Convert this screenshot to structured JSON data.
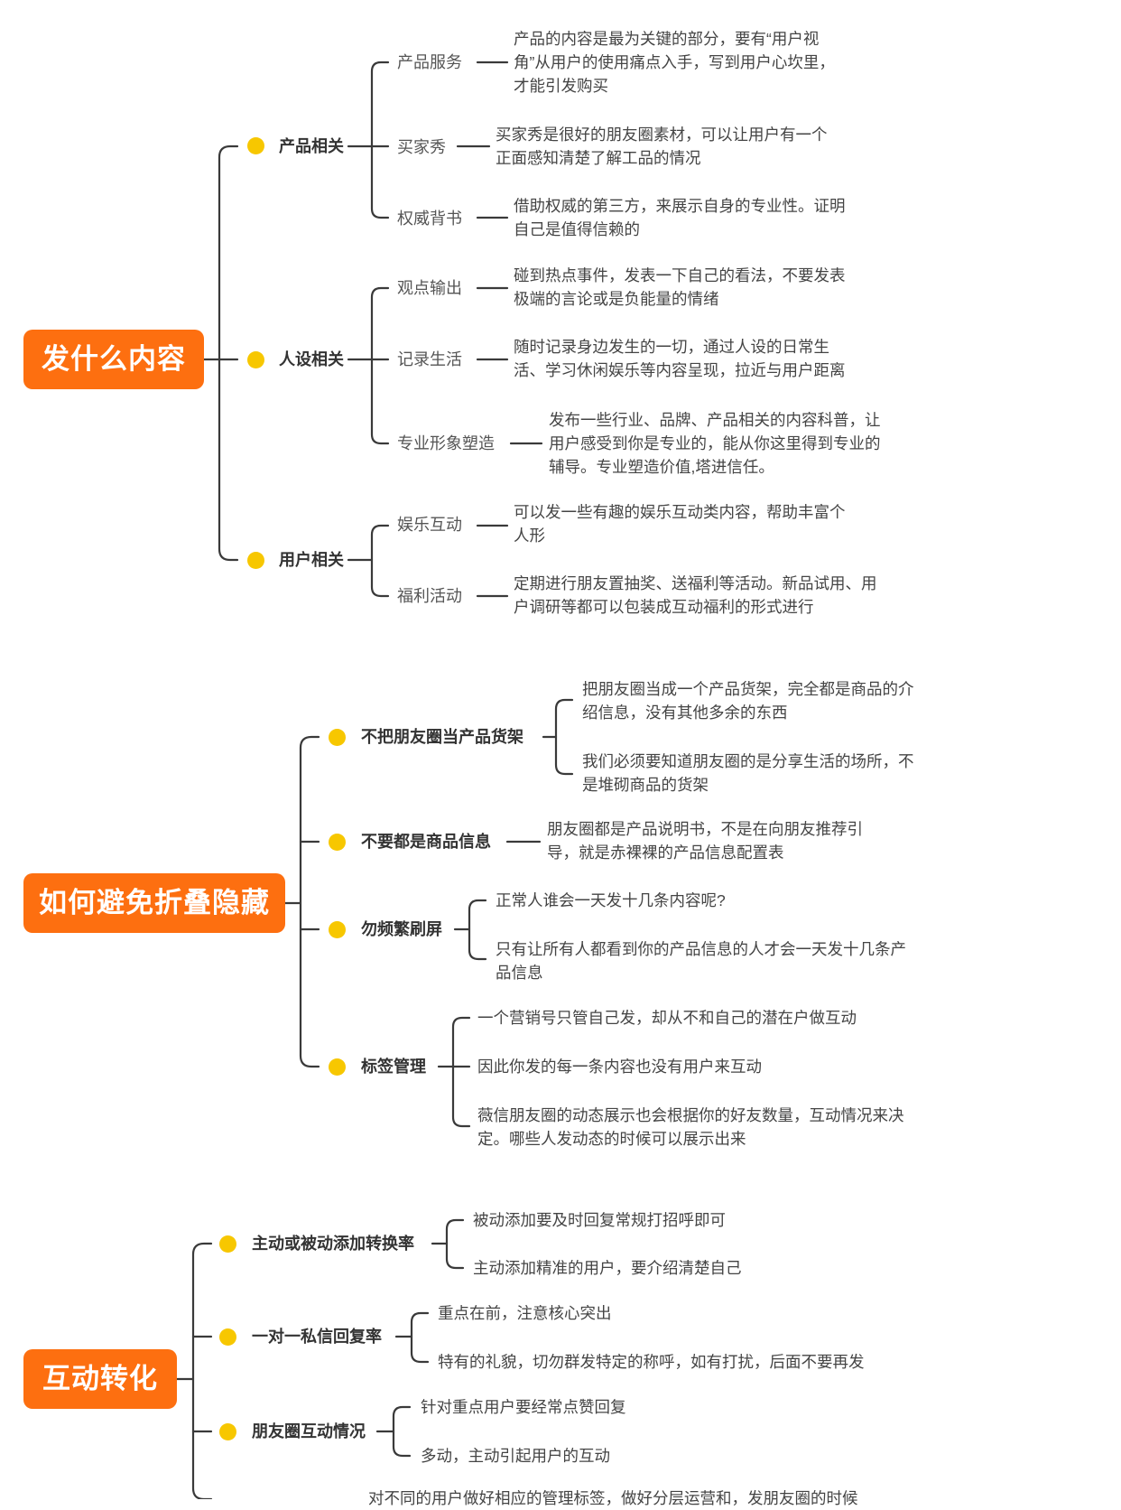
{
  "colors": {
    "root_fill": "#fd6f10",
    "root_text": "#ffffff",
    "bullet": "#f7c700",
    "connector": "#3a3a3a",
    "text": "#333333"
  },
  "sections": [
    {
      "title": "发什么内容",
      "groups": [
        {
          "label": "产品相关",
          "items": [
            {
              "label": "产品服务",
              "lines": [
                "产品的内容是最为关键的部分，要有“用户视",
                "角”从用户的使用痛点入手，写到用户心坎里，",
                "才能引发购买"
              ]
            },
            {
              "label": "买家秀",
              "lines": [
                "买家秀是很好的朋友圈素材，可以让用户有一个",
                "正面感知清楚了解工品的情况"
              ]
            },
            {
              "label": "权威背书",
              "lines": [
                "借助权威的第三方，来展示自身的专业性。证明",
                "自己是值得信赖的"
              ]
            }
          ]
        },
        {
          "label": "人设相关",
          "items": [
            {
              "label": "观点输出",
              "lines": [
                "碰到热点事件，发表一下自己的看法，不要发表",
                "极端的言论或是负能量的情绪"
              ]
            },
            {
              "label": "记录生活",
              "lines": [
                "随时记录身边发生的一切，通过人设的日常生",
                "活、学习休闲娱乐等内容呈现，拉近与用户距离"
              ]
            },
            {
              "label": "专业形象塑造",
              "lines": [
                "发布一些行业、品牌、产品相关的内容科普，让",
                "用户感受到你是专业的，能从你这里得到专业的",
                "辅导。专业塑造价值,塔进信任。"
              ]
            }
          ]
        },
        {
          "label": "用户相关",
          "items": [
            {
              "label": "娱乐互动",
              "lines": [
                "可以发一些有趣的娱乐互动类内容，帮助丰富个",
                "人形"
              ]
            },
            {
              "label": "福利活动",
              "lines": [
                "定期进行朋友置抽奖、送福利等活动。新品试用、用",
                "户调研等都可以包装成互动福利的形式进行"
              ]
            }
          ]
        }
      ]
    },
    {
      "title": "如何避免折叠隐藏",
      "groups": [
        {
          "label": "不把朋友圈当产品货架",
          "leaves": [
            [
              "把朋友圈当成一个产品货架，完全都是商品的介",
              "绍信息，没有其他多余的东西"
            ],
            [
              "我们必须要知道朋友圈的是分享生活的场所，不",
              "是堆砌商品的货架"
            ]
          ]
        },
        {
          "label": "不要都是商品信息",
          "leaves": [
            [
              "朋友圈都是产品说明书，不是在向朋友推荐引",
              "导，就是赤裸裸的产品信息配置表"
            ]
          ]
        },
        {
          "label": "勿频繁刷屏",
          "leaves": [
            [
              "正常人谁会一天发十几条内容呢?"
            ],
            [
              "只有让所有人都看到你的产品信息的人才会一天发十几条产",
              "品信息"
            ]
          ]
        },
        {
          "label": "标签管理",
          "leaves": [
            [
              "一个营销号只管自己发，却从不和自己的潜在户做互动"
            ],
            [
              "因此你发的每一条内容也没有用户来互动"
            ],
            [
              "薇信朋友圈的动态展示也会根据你的好友数量，互动情况来决",
              "定。哪些人发动态的时候可以展示出来"
            ]
          ]
        }
      ]
    },
    {
      "title": "互动转化",
      "groups": [
        {
          "label": "主动或被动添加转换率",
          "leaves": [
            [
              "被动添加要及时回复常规打招呼即可"
            ],
            [
              "主动添加精准的用户，要介绍清楚自己"
            ]
          ]
        },
        {
          "label": "一对一私信回复率",
          "leaves": [
            [
              "重点在前，注意核心突出"
            ],
            [
              "特有的礼貌，切勿群发特定的称呼，如有打扰，后面不要再发"
            ]
          ]
        },
        {
          "label": "朋友圈互动情况",
          "leaves": [
            [
              "针对重点用户要经常点赞回复"
            ],
            [
              "多动，主动引起用户的互动"
            ]
          ]
        }
      ],
      "partial_line": "对不同的用户做好相应的管理标签，做好分层运营和，发朋友圈的时候"
    }
  ]
}
